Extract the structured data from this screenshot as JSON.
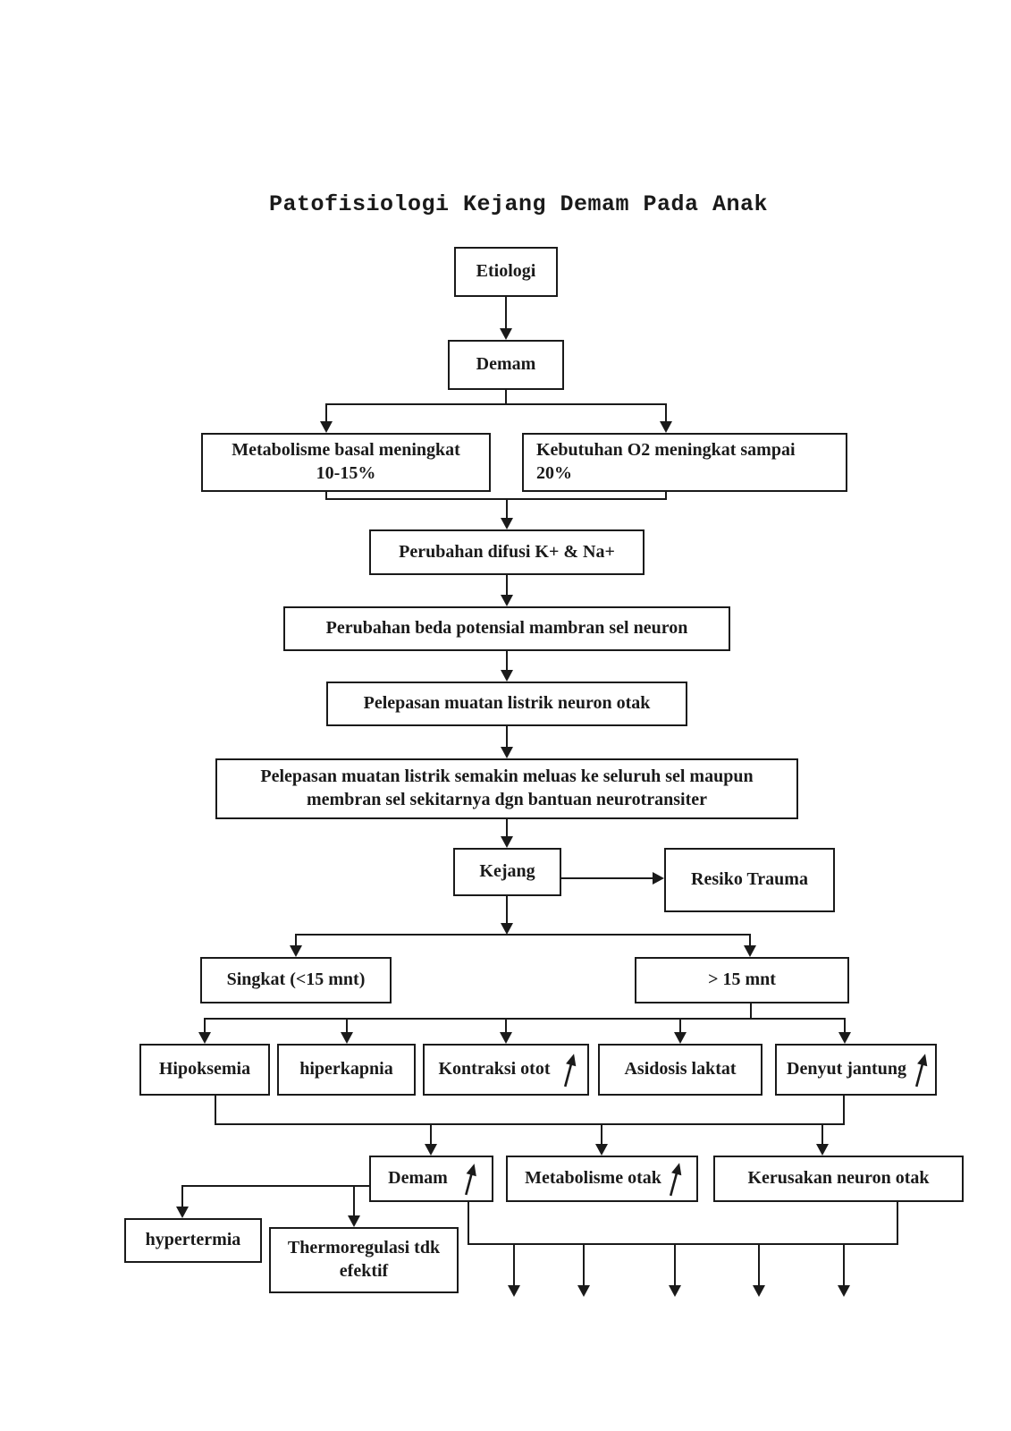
{
  "title": "Patofisiologi Kejang Demam Pada Anak",
  "colors": {
    "line": "#1a1a1a",
    "text": "#1a1a1a",
    "background": "#ffffff"
  },
  "nodes": {
    "etiologi": {
      "label": "Etiologi"
    },
    "demam": {
      "label": "Demam"
    },
    "metabolisme_basal": {
      "line1": "Metabolisme basal meningkat",
      "line2": "10-15%"
    },
    "kebutuhan_o2": {
      "line1": "Kebutuhan O2 meningkat sampai",
      "line2": "20%"
    },
    "perubahan_difusi": {
      "label": "Perubahan difusi K+ & Na+"
    },
    "perubahan_beda_potensial": {
      "label": "Perubahan beda potensial mambran sel neuron"
    },
    "pelepasan_muatan": {
      "label": "Pelepasan muatan listrik neuron otak"
    },
    "pelepasan_meluas": {
      "line1": "Pelepasan muatan listrik semakin meluas ke seluruh sel maupun",
      "line2": "membran sel sekitarnya dgn bantuan neurotransiter"
    },
    "kejang": {
      "label": "Kejang"
    },
    "resiko_trauma": {
      "label": "Resiko Trauma"
    },
    "singkat": {
      "label": "Singkat (<15 mnt)"
    },
    "lebih_15_mnt": {
      "label": "> 15 mnt"
    },
    "hipoksemia": {
      "label": "Hipoksemia"
    },
    "hiperkapnia": {
      "label": "hiperkapnia"
    },
    "kontraksi_otot": {
      "label": "Kontraksi otot",
      "icon": "up-trend-arrow"
    },
    "asidosis_laktat": {
      "label": "Asidosis laktat"
    },
    "denyut_jantung": {
      "label": "Denyut jantung",
      "icon": "up-trend-arrow"
    },
    "demam_meningkat": {
      "label": "Demam",
      "icon": "up-trend-arrow"
    },
    "metabolisme_otak": {
      "label": "Metabolisme otak",
      "icon": "up-trend-arrow"
    },
    "kerusakan_neuron": {
      "label": "Kerusakan neuron otak"
    },
    "hypertermia": {
      "label": "hypertermia"
    },
    "thermoregulasi": {
      "line1": "Thermoregulasi tdk",
      "line2": "efektif"
    }
  }
}
